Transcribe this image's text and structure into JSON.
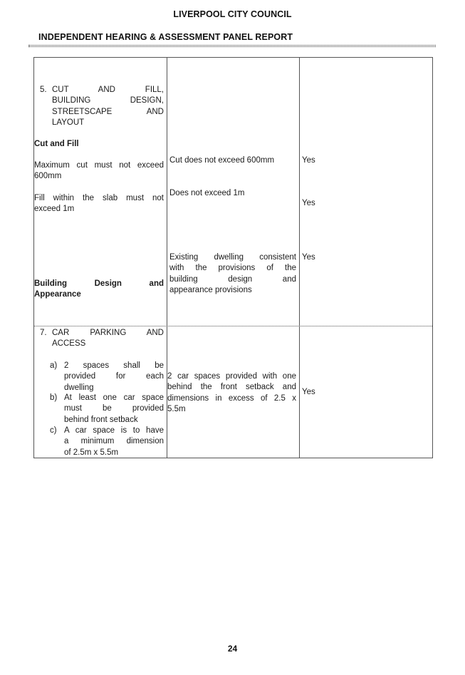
{
  "header": {
    "council": "LIVERPOOL CITY COUNCIL",
    "report_title": "INDEPENDENT HEARING & ASSESSMENT PANEL REPORT"
  },
  "section5": {
    "heading_number": "5.",
    "heading_lines": [
      "CUT AND FILL,",
      "BUILDING DESIGN,",
      "STREETSCAPE AND",
      "LAYOUT"
    ],
    "cut_fill_heading": "Cut and Fill",
    "max_cut_lines": [
      "Maximum cut must not exceed",
      "600mm"
    ],
    "max_cut_comment": "Cut does not exceed 600mm",
    "max_cut_compliance": "Yes",
    "fill_lines": [
      "Fill within the slab must not",
      "exceed 1m"
    ],
    "fill_comment": "Does not exceed 1m",
    "fill_compliance": "Yes",
    "building_heading_lines": [
      "Building Design and",
      "Appearance"
    ],
    "building_comment_lines": [
      "Existing dwelling consistent",
      "with the provisions of the",
      "building design and",
      "appearance provisions"
    ],
    "building_compliance": "Yes"
  },
  "section7": {
    "heading_number": "7.",
    "heading_lines": [
      "CAR PARKING AND",
      "ACCESS"
    ],
    "items": [
      {
        "marker": "a)",
        "lines": [
          "2 spaces shall be",
          "provided for each",
          "dwelling"
        ]
      },
      {
        "marker": "b)",
        "lines": [
          "At least one car space",
          "must be provided",
          "behind front setback"
        ]
      },
      {
        "marker": "c)",
        "lines": [
          "A car space is to have",
          "a minimum dimension",
          "of 2.5m x 5.5m"
        ]
      }
    ],
    "comment_lines": [
      "2 car spaces provided with one",
      "behind the front setback and",
      "dimensions in excess of 2.5 x",
      "5.5m"
    ],
    "compliance": "Yes"
  },
  "footer": {
    "page_number": "24"
  }
}
